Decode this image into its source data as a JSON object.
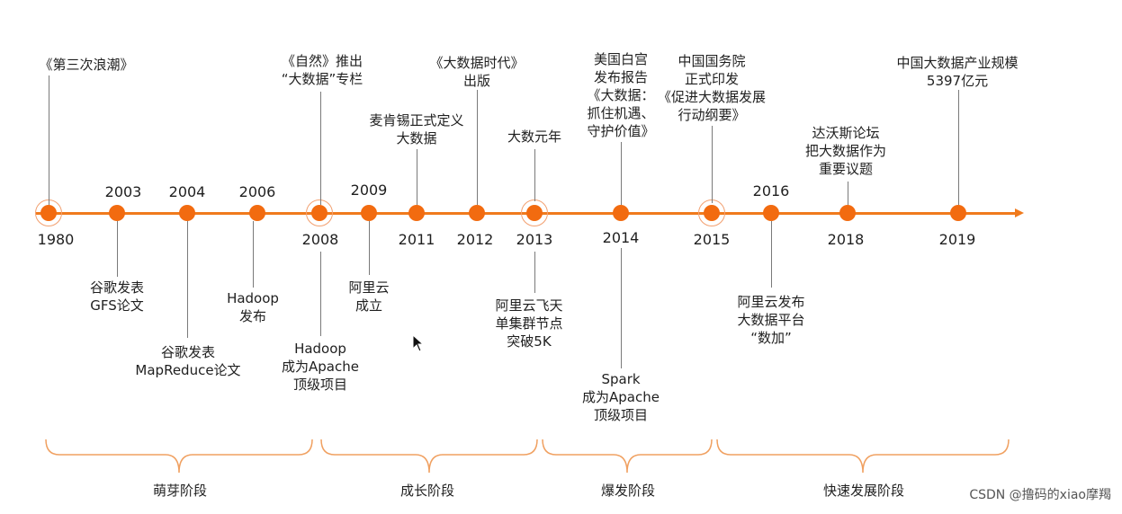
{
  "events": [
    {
      "year": "1980",
      "label": "《第三次浪潮》",
      "ring": true
    },
    {
      "year": "2003",
      "label": "谷歌发表\nGFS论文"
    },
    {
      "year": "2004",
      "label": "谷歌发表\nMapReduce论文"
    },
    {
      "year": "2006",
      "label": "Hadoop\n发布"
    },
    {
      "year": "2008",
      "label_above": "《自然》推出\n“大数据”专栏",
      "label_below": "Hadoop\n成为Apache\n顶级项目",
      "ring": true
    },
    {
      "year": "2009",
      "label": "阿里云\n成立"
    },
    {
      "year": "2011",
      "label": "麦肯锡正式定义\n大数据"
    },
    {
      "year": "2012",
      "label": "《大数据时代》\n出版"
    },
    {
      "year": "2013",
      "label_above": "大数元年",
      "label_below": "阿里云飞天\n单集群节点\n突破5K",
      "ring": true
    },
    {
      "year": "2014",
      "label_above": "美国白宫\n发布报告\n《大数据：\n抓住机遇、\n守护价值》",
      "label_below": "Spark\n成为Apache\n顶级项目"
    },
    {
      "year": "2015",
      "label": "中国国务院\n正式印发\n《促进大数据发展\n行动纲要》",
      "ring": true
    },
    {
      "year": "2016",
      "label": "阿里云发布\n大数据平台\n“数加”"
    },
    {
      "year": "2018",
      "label": "达沃斯论坛\n把大数据作为\n重要议题"
    },
    {
      "year": "2019",
      "label": "中国大数据产业规模\n5397亿元"
    }
  ],
  "phases": [
    "萌芽阶段",
    "成长阶段",
    "爆发阶段",
    "快速发展阶段"
  ],
  "watermark": "CSDN @撸码的xiao摩羯",
  "colors": {
    "accent": "#f26b10",
    "axis": "#f07a1c",
    "brace": "#f0a060"
  }
}
